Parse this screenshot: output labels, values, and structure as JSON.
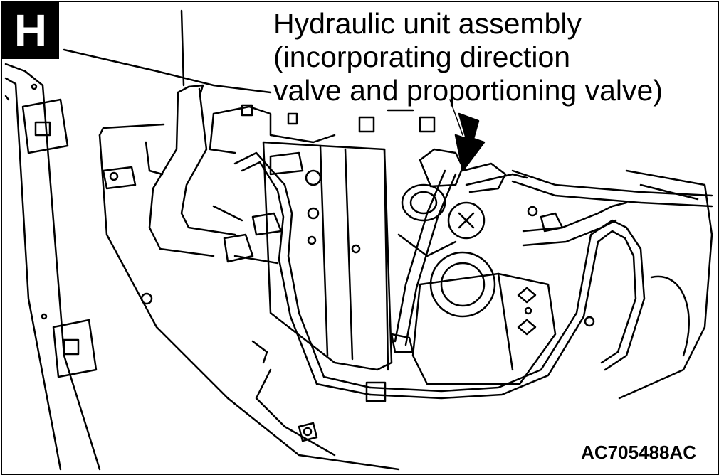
{
  "section_label": "H",
  "callout": {
    "line1": "Hydraulic unit assembly",
    "line2": "(incorporating direction",
    "line3": "valve and proportioning valve)"
  },
  "figure_id": "AC705488AC"
}
